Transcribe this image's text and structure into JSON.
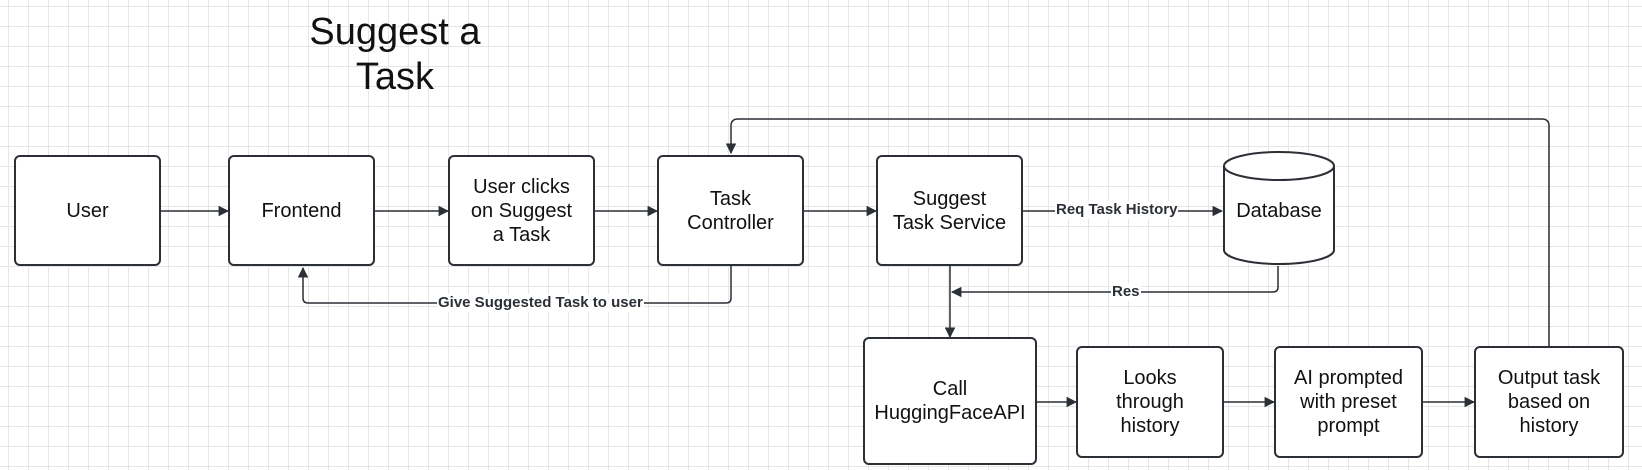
{
  "title": "Suggest a\nTask",
  "colors": {
    "stroke": "#2b2f36",
    "grid": "#e6e6e6",
    "background": "#ffffff"
  },
  "nodes": {
    "user": "User",
    "frontend": "Frontend",
    "user_clicks": "User clicks\non Suggest\na Task",
    "task_controller": "Task\nController",
    "suggest_task_service": "Suggest\nTask Service",
    "database": "Database",
    "call_hf_api": "Call\nHuggingFaceAPI",
    "looks_through_history": "Looks\nthrough\nhistory",
    "ai_prompted": "AI prompted\nwith preset\nprompt",
    "output_task": "Output task\nbased on\nhistory"
  },
  "edge_labels": {
    "req_task_history": "Req Task History",
    "res": "Res",
    "give_suggested_task": "Give Suggested Task to user"
  }
}
